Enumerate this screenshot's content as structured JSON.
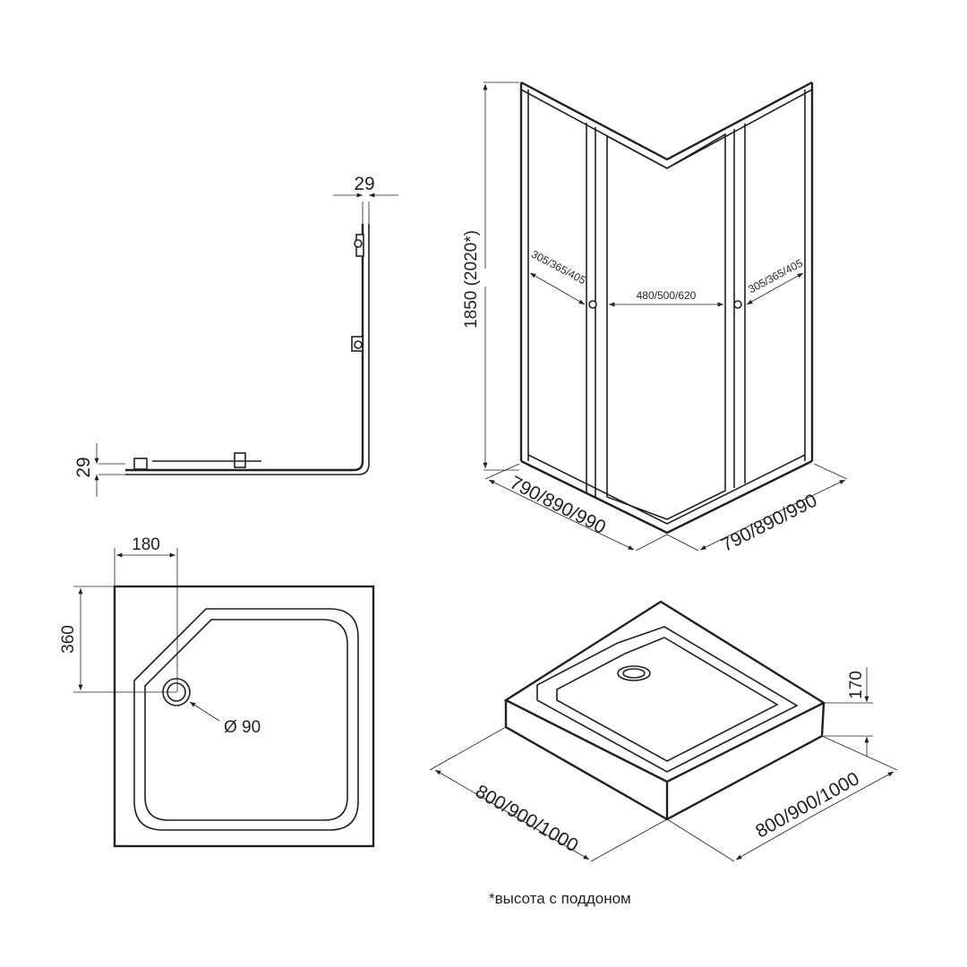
{
  "profile_view": {
    "top_gap": "29",
    "side_gap": "29"
  },
  "enclosure_view": {
    "height": "1850  (2020*)",
    "left_door_width": "305/365/405",
    "center_door_width": "480/500/620",
    "right_door_width": "305/365/405",
    "left_depth": "790/890/990",
    "right_depth": "790/890/990"
  },
  "tray_top_view": {
    "drain_offset_x": "180",
    "drain_offset_y": "360",
    "drain_diameter": "Ø 90"
  },
  "tray_iso_view": {
    "height": "170",
    "left_size": "800/900/1000",
    "right_size": "800/900/1000"
  },
  "footnote": "*высота с поддоном"
}
